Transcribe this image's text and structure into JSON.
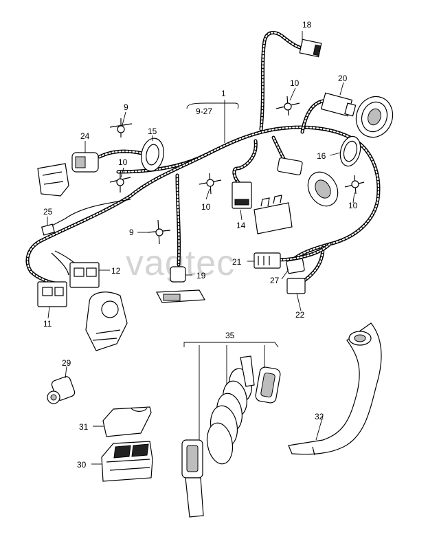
{
  "watermark": "vagtec",
  "callouts": {
    "c1": "1",
    "c1_range": "9-27",
    "c9a": "9",
    "c9b": "9",
    "c10a": "10",
    "c10b": "10",
    "c10c": "10",
    "c10d": "10",
    "c11": "11",
    "c12": "12",
    "c14": "14",
    "c15": "15",
    "c16": "16",
    "c18": "18",
    "c19": "19",
    "c20": "20",
    "c21": "21",
    "c22": "22",
    "c24": "24",
    "c25": "25",
    "c27": "27",
    "c29": "29",
    "c30": "30",
    "c31": "31",
    "c32": "32",
    "c35": "35"
  }
}
